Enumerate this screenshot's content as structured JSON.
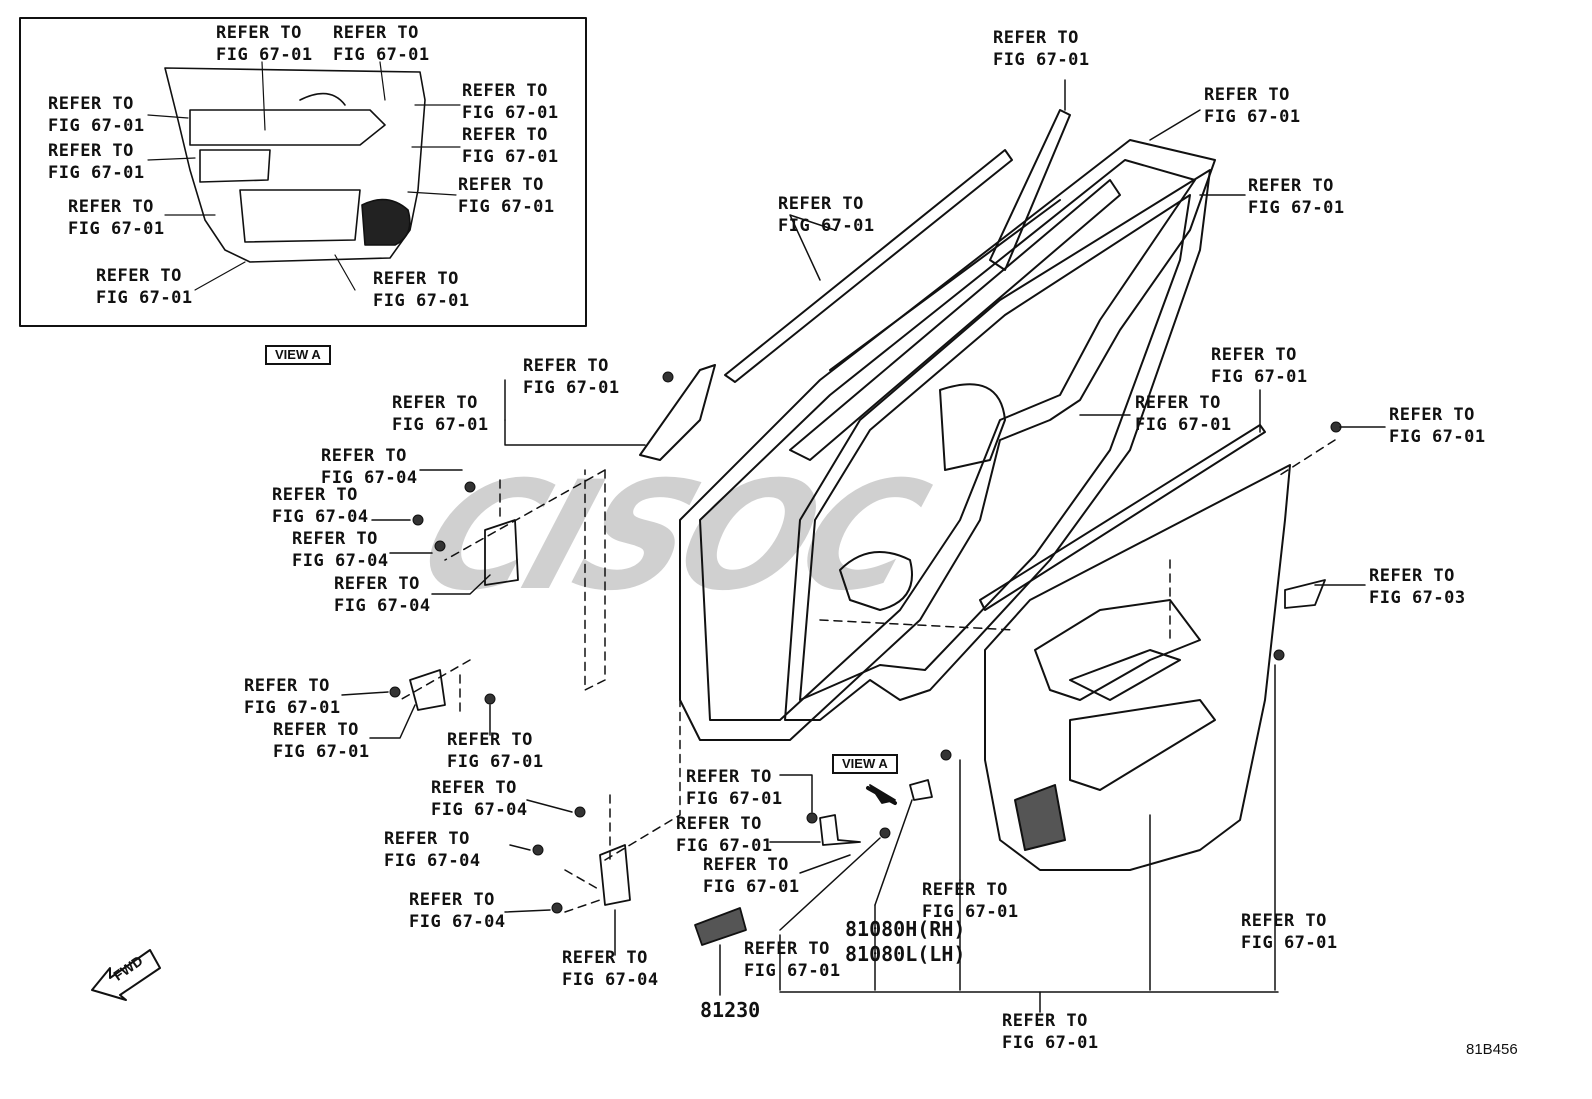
{
  "refer_text": "REFER TO",
  "fig_6701": "FIG 67-01",
  "fig_6703": "FIG 67-03",
  "fig_6704": "FIG 67-04",
  "view_label": "VIEW A",
  "fwd_label": "FWD",
  "parts": {
    "p81230": "81230",
    "p81080h": "81080H(RH)",
    "p81080l": "81080L(LH)"
  },
  "diagram_code": "81B456",
  "watermark": "CISOC"
}
